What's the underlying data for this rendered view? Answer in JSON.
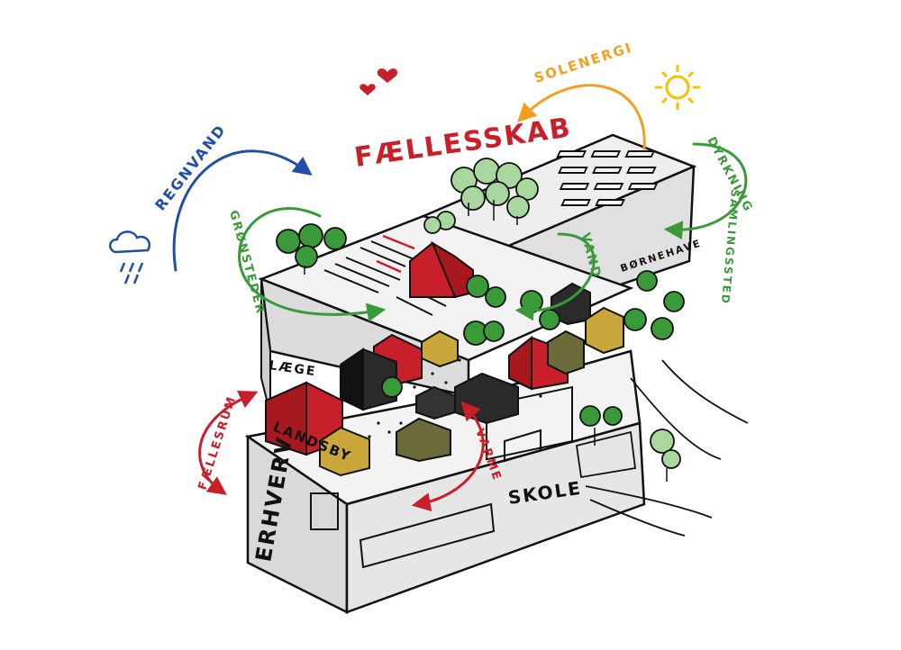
{
  "title": "FÆLLESSKAB",
  "colors": {
    "blue": "#1f4fa8",
    "orange": "#f0a020",
    "green": "#3a9a3a",
    "red": "#c8202a",
    "yellow": "#f5c400",
    "building": "#e4e4e4",
    "ink": "#111111"
  },
  "flows": {
    "regnvand": "REGNVAND",
    "solenergi": "SOLENERGI",
    "dyrkning": "DYRKNING",
    "samlingssted": "SAMLINGSSTED",
    "gronsteder": "GRØNSTEDER",
    "vand": "VAND",
    "faellesrum": "FÆLLESRUM",
    "varme": "VARME"
  },
  "buildings": {
    "erhverv": "ERHVERV",
    "landsby": "LANDSBY",
    "laege": "LÆGE",
    "skole": "SKOLE",
    "boernehave": "BØRNEHAVE"
  },
  "icons": [
    "heart-icon",
    "sun-icon",
    "cloud-icon"
  ]
}
